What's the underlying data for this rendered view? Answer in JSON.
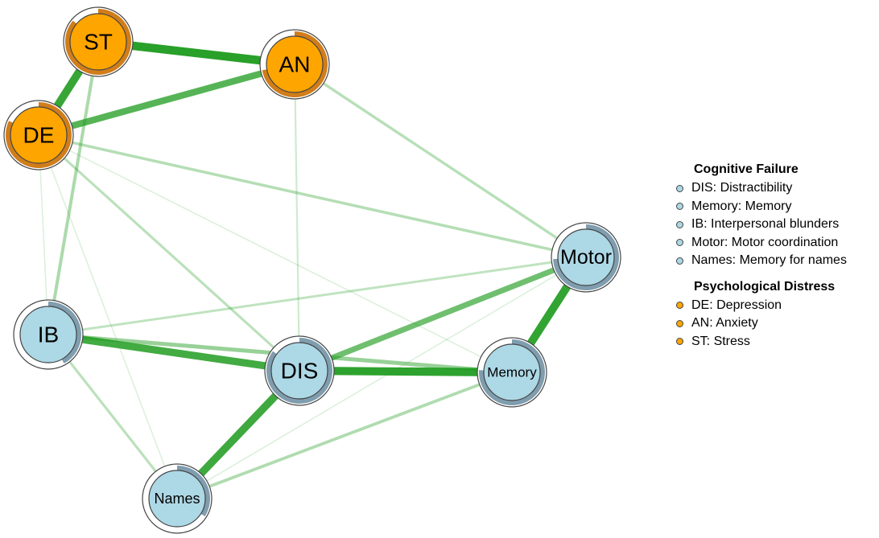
{
  "nodes": [
    {
      "id": "ST",
      "label": "ST",
      "group": "distress",
      "predictability": 0.86
    },
    {
      "id": "AN",
      "label": "AN",
      "group": "distress",
      "predictability": 0.72
    },
    {
      "id": "DE",
      "label": "DE",
      "group": "distress",
      "predictability": 0.82
    },
    {
      "id": "Motor",
      "label": "Motor",
      "group": "cognitive",
      "predictability": 0.74
    },
    {
      "id": "IB",
      "label": "IB",
      "group": "cognitive",
      "predictability": 0.42
    },
    {
      "id": "DIS",
      "label": "DIS",
      "group": "cognitive",
      "predictability": 0.85
    },
    {
      "id": "Memory",
      "label": "Memory",
      "group": "cognitive",
      "predictability": 0.76
    },
    {
      "id": "Names",
      "label": "Names",
      "group": "cognitive",
      "predictability": 0.34
    }
  ],
  "edges": [
    {
      "from": "ST",
      "to": "AN",
      "weight": 0.95
    },
    {
      "from": "ST",
      "to": "DE",
      "weight": 0.88
    },
    {
      "from": "DE",
      "to": "AN",
      "weight": 0.72
    },
    {
      "from": "ST",
      "to": "IB",
      "weight": 0.3
    },
    {
      "from": "DE",
      "to": "Motor",
      "weight": 0.25
    },
    {
      "from": "DE",
      "to": "DIS",
      "weight": 0.22
    },
    {
      "from": "DE",
      "to": "Memory",
      "weight": 0.06
    },
    {
      "from": "DE",
      "to": "Names",
      "weight": 0.06
    },
    {
      "from": "DE",
      "to": "IB",
      "weight": 0.06
    },
    {
      "from": "AN",
      "to": "Motor",
      "weight": 0.24
    },
    {
      "from": "AN",
      "to": "DIS",
      "weight": 0.12
    },
    {
      "from": "IB",
      "to": "Motor",
      "weight": 0.2
    },
    {
      "from": "IB",
      "to": "DIS",
      "weight": 0.82
    },
    {
      "from": "IB",
      "to": "Memory",
      "weight": 0.4
    },
    {
      "from": "IB",
      "to": "Names",
      "weight": 0.22
    },
    {
      "from": "DIS",
      "to": "Motor",
      "weight": 0.6
    },
    {
      "from": "DIS",
      "to": "Memory",
      "weight": 0.92
    },
    {
      "from": "DIS",
      "to": "Names",
      "weight": 0.85
    },
    {
      "from": "Motor",
      "to": "Memory",
      "weight": 0.9
    },
    {
      "from": "Memory",
      "to": "Names",
      "weight": 0.28
    },
    {
      "from": "Motor",
      "to": "Names",
      "weight": 0.06
    }
  ],
  "colors": {
    "distress": "#FFA500",
    "cognitive": "#ADD8E6",
    "distress_ring": "#D07D1A",
    "cognitive_ring": "#7F9DAE",
    "edge_positive": "#1E9B1E"
  },
  "legend": [
    {
      "title": "Cognitive Failure",
      "group": "cognitive",
      "items": [
        "DIS: Distractibility",
        "Memory: Memory",
        "IB: Interpersonal blunders",
        "Motor: Motor coordination",
        "Names: Memory for names"
      ]
    },
    {
      "title": "Psychological Distress",
      "group": "distress",
      "items": [
        "DE: Depression",
        "AN: Anxiety",
        "ST: Stress"
      ]
    }
  ]
}
